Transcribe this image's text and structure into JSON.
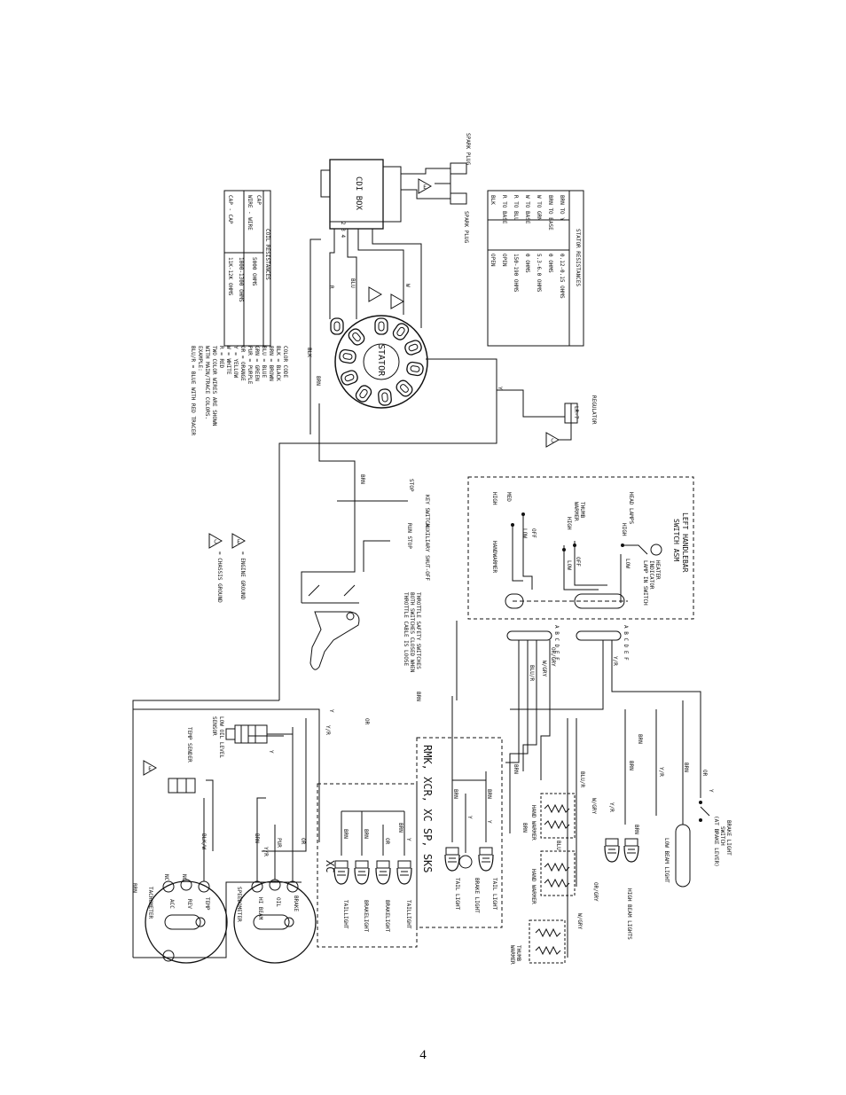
{
  "page": {
    "number": "4"
  },
  "labels": {
    "spark_plug_1": "SPARK PLUG",
    "spark_plug_2": "SPARK PLUG",
    "cdi_box": "CDI BOX",
    "cdi_pins": "2  3  4",
    "stator": "STATOR",
    "regulator": "REGULATOR",
    "regulator_part": "LR-7",
    "key_switch": "KEY SWITCH",
    "stop": "STOP",
    "aux_shutoff": "AUXILIARY SHUT-OFF",
    "run_stop": "RUN  STOP",
    "throttle_switches_1": "THROTTLE SAFETY SWITCHES",
    "throttle_switches_2": "BOTH SWITCHES CLOSED WHEN",
    "throttle_switches_3": "THROTTLE CABLE IS LOOSE",
    "left_handlebar_1": "LEFT HANDLEBAR",
    "left_handlebar_2": "SWITCH ASM",
    "headlamps": "HEAD LAMPS",
    "high": "HIGH",
    "low": "LOW",
    "heater_indicator_1": "HEATER",
    "heater_indicator_2": "INDICATOR",
    "heater_indicator_3": "LAMP IN SWITCH",
    "thumb_warmer_1": "THUMB",
    "thumb_warmer_2": "WARMER",
    "thumb_high": "HIGH",
    "off": "OFF",
    "med": "MED",
    "hand_high": "HIGH",
    "handwarmer": "HANDWARMER",
    "connector_letters": "A B C D E F",
    "low_oil_1": "LOW OIL LEVEL",
    "low_oil_2": "SENSOR",
    "temp_sender": "TEMP SENDER",
    "speedometer": "SPEEDOMETER",
    "tachometer": "TACHOMETER",
    "brake_light_switch_1": "BRAKE LIGHT",
    "brake_light_switch_2": "SWITCH",
    "brake_light_switch_3": "(AT BRAKE LEVER)",
    "low_beam": "LOW BEAM LIGHT",
    "high_beam": "HIGH BEAM LIGHTS",
    "hand_warmer_a": "HAND WARMER",
    "hand_warmer_b": "HAND WARMER",
    "thumb_warmer_bottom_1": "THUMB",
    "thumb_warmer_bottom_2": "WARMER",
    "models_1": "RMK, XCR, XC SP, SKS",
    "models_2": "XC",
    "tail_light_1": "TAIL LIGHT",
    "brake_light_1": "BRAKE LIGHT",
    "tail_light_2": "TAIL LIGHT",
    "taillight_a": "TAILLIGHT",
    "brakelight_a": "BRAKELIGHT",
    "brakelight_b": "BRAKELIGHT",
    "taillight_b": "TAILLIGHT",
    "gauge_brake": "BRAKE",
    "gauge_oil": "OIL",
    "gauge_hibeam": "HI BEAM",
    "gauge_temp": "TEMP",
    "gauge_rev": "REV",
    "gauge_acc": "ACC",
    "gauge_nc1": "NC",
    "gauge_nc2": "NC",
    "engine_ground": "= ENGINE GROUND",
    "chassis_ground": "= CHASSIS GROUND"
  },
  "wires": {
    "brn": "BRN",
    "blk": "BLK",
    "blu": "BLU",
    "r": "R",
    "w": "W",
    "y": "Y",
    "y_r": "Y/R",
    "or": "OR",
    "pur": "PUR",
    "blk_w": "BLK/W",
    "blu_r": "BLU/R",
    "w_gry": "W/GRY",
    "or_gry": "OR/GRY"
  },
  "stator_resistances": {
    "title": "STATOR RESISTANCES",
    "rows": [
      [
        "BRN TO Y",
        "0.12-0.15 OHMS"
      ],
      [
        "BRN TO BASE",
        "0 OHMS"
      ],
      [
        "W TO GRN",
        "5.3-6.0 OHMS"
      ],
      [
        "W TO BASE",
        "0 OHMS"
      ],
      [
        "R TO BLU",
        "150-190 OHMS"
      ],
      [
        "R TO BASE",
        "OPEN"
      ],
      [
        "BLK",
        "OPEN"
      ]
    ]
  },
  "coil_resistances": {
    "title": "COIL RESISTANCES",
    "rows": [
      [
        "CAP",
        ""
      ],
      [
        "WIRE - WIRE",
        "5000 OHMS"
      ],
      [
        "",
        "1000-1300 OHMS"
      ],
      [
        "CAP - CAP",
        "11K-12K OHMS"
      ]
    ]
  },
  "color_code": {
    "title": "COLOR CODE",
    "lines": [
      "BLK = BLACK",
      "BRN = BROWN",
      "BLU = BLUE",
      "GRN = GREEN",
      "PUR = PURPLE",
      "OR = ORANGE",
      "Y = YELLOW",
      "W = WHITE",
      "R = RED",
      "TWO COLOR WIRES ARE SHOWN",
      "WITH MAIN/TRACE COLORS.",
      "EXAMPLE:",
      "BLU/R = BLUE WITH RED TRACER"
    ]
  },
  "ground_symbols": {
    "engine": "E",
    "chassis": "C"
  }
}
